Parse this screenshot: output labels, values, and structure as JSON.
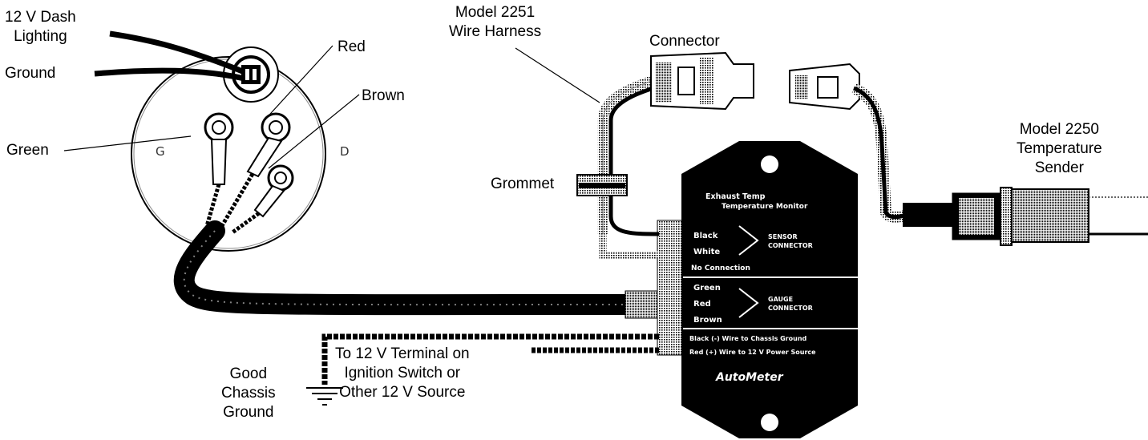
{
  "labels": {
    "dash_lighting": [
      "12 V Dash",
      "Lighting"
    ],
    "ground": "Ground",
    "green": "Green",
    "red": "Red",
    "brown": "Brown",
    "wire_harness": [
      "Model 2251",
      "Wire Harness"
    ],
    "connector": "Connector",
    "grommet": "Grommet",
    "temp_sender": [
      "Model 2250",
      "Temperature",
      "Sender"
    ],
    "terminal": [
      "To 12 V Terminal on",
      "Ignition Switch or",
      "Other 12 V Source"
    ],
    "chassis_ground": [
      "Good",
      "Chassis",
      "Ground"
    ]
  },
  "gauge_letters": {
    "left": "G",
    "right": "D"
  },
  "module": {
    "title": [
      "Exhaust Temp",
      "Temperature Monitor"
    ],
    "group1": [
      "Black",
      "White",
      "No Connection"
    ],
    "group1_target": [
      "SENSOR",
      "CONNECTOR"
    ],
    "group2": [
      "Green",
      "Red",
      "Brown"
    ],
    "group2_target": [
      "GAUGE",
      "CONNECTOR"
    ],
    "power": [
      "Black (-) Wire to Chassis Ground",
      "Red (+) Wire to 12 V Power Source"
    ],
    "brand": "AutoMeter"
  }
}
